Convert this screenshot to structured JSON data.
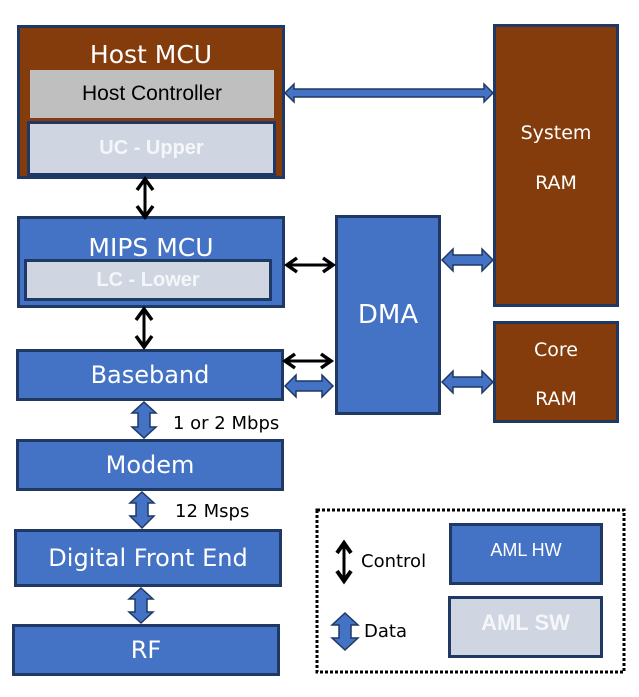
{
  "host_mcu": {
    "title": "Host MCU",
    "host_controller": "Host Controller",
    "uc_upper": "UC - Upper"
  },
  "mips_mcu": {
    "title": "MIPS MCU",
    "lc_lower": "LC - Lower"
  },
  "blocks": {
    "baseband": "Baseband",
    "modem": "Modem",
    "digital_front_end": "Digital Front End",
    "rf": "RF",
    "dma": "DMA",
    "system_ram_line1": "System",
    "system_ram_line2": "RAM",
    "core_ram_line1": "Core",
    "core_ram_line2": "RAM"
  },
  "links": {
    "baseband_modem_rate": "1 or 2 Mbps",
    "modem_dfe_rate": "12 Msps"
  },
  "legend": {
    "control": "Control",
    "data": "Data",
    "aml_hw": "AML HW",
    "aml_sw": "AML SW"
  },
  "colors": {
    "hw_blue": "#4472c4",
    "ram_brown": "#843c0c",
    "border_navy": "#1f3864",
    "sw_light": "#cfd5e1",
    "controller_gray": "#bfbfbf"
  }
}
